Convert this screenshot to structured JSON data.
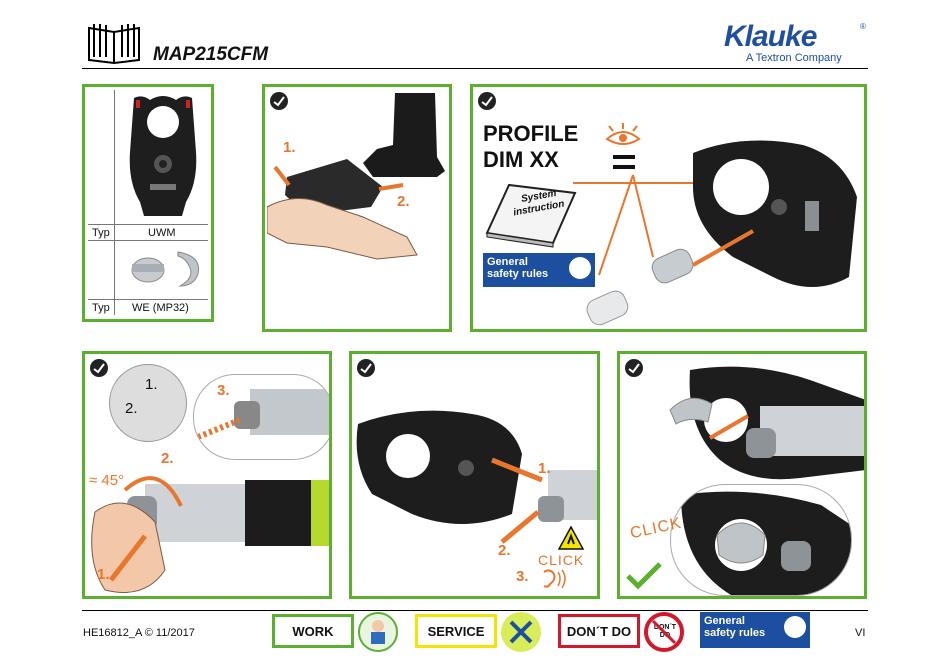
{
  "header": {
    "model": "MAP215CFM",
    "brand": "Klauke",
    "brand_reg": "®",
    "brand_sub": "A Textron Company"
  },
  "panel1": {
    "row1": {
      "label": "Typ",
      "value": "UWM"
    },
    "row2": {
      "label": "Typ",
      "value": "WE (MP32)"
    }
  },
  "panel2": {
    "step1": "1.",
    "step2": "2."
  },
  "panel3": {
    "profile_line1": "PROFILE",
    "profile_line2": "DIM XX",
    "book_line1": "System",
    "book_line2": "instruction",
    "safety_line1": "General",
    "safety_line2": "safety rules"
  },
  "panel4": {
    "circle1": "1.",
    "circle2": "2.",
    "step2": "2.",
    "step3": "3.",
    "step1": "1.",
    "angle": "≈ 45°"
  },
  "panel5": {
    "step1": "1.",
    "step2": "2.",
    "step3": "3.",
    "click": "CLICK"
  },
  "panel6": {
    "click": "CLICK"
  },
  "footer": {
    "doc_id": "HE16812_A © 11/2017",
    "work": "WORK",
    "service": "SERVICE",
    "dont_do": "DON´T DO",
    "dont_do_sign": "DON´T DO",
    "safety_line1": "General",
    "safety_line2": "safety rules",
    "page": "VI"
  },
  "colors": {
    "green": "#5bb030",
    "orange": "#e8762d",
    "blue": "#1d4fa0",
    "red": "#d3182b",
    "yellow": "#f2e500"
  }
}
